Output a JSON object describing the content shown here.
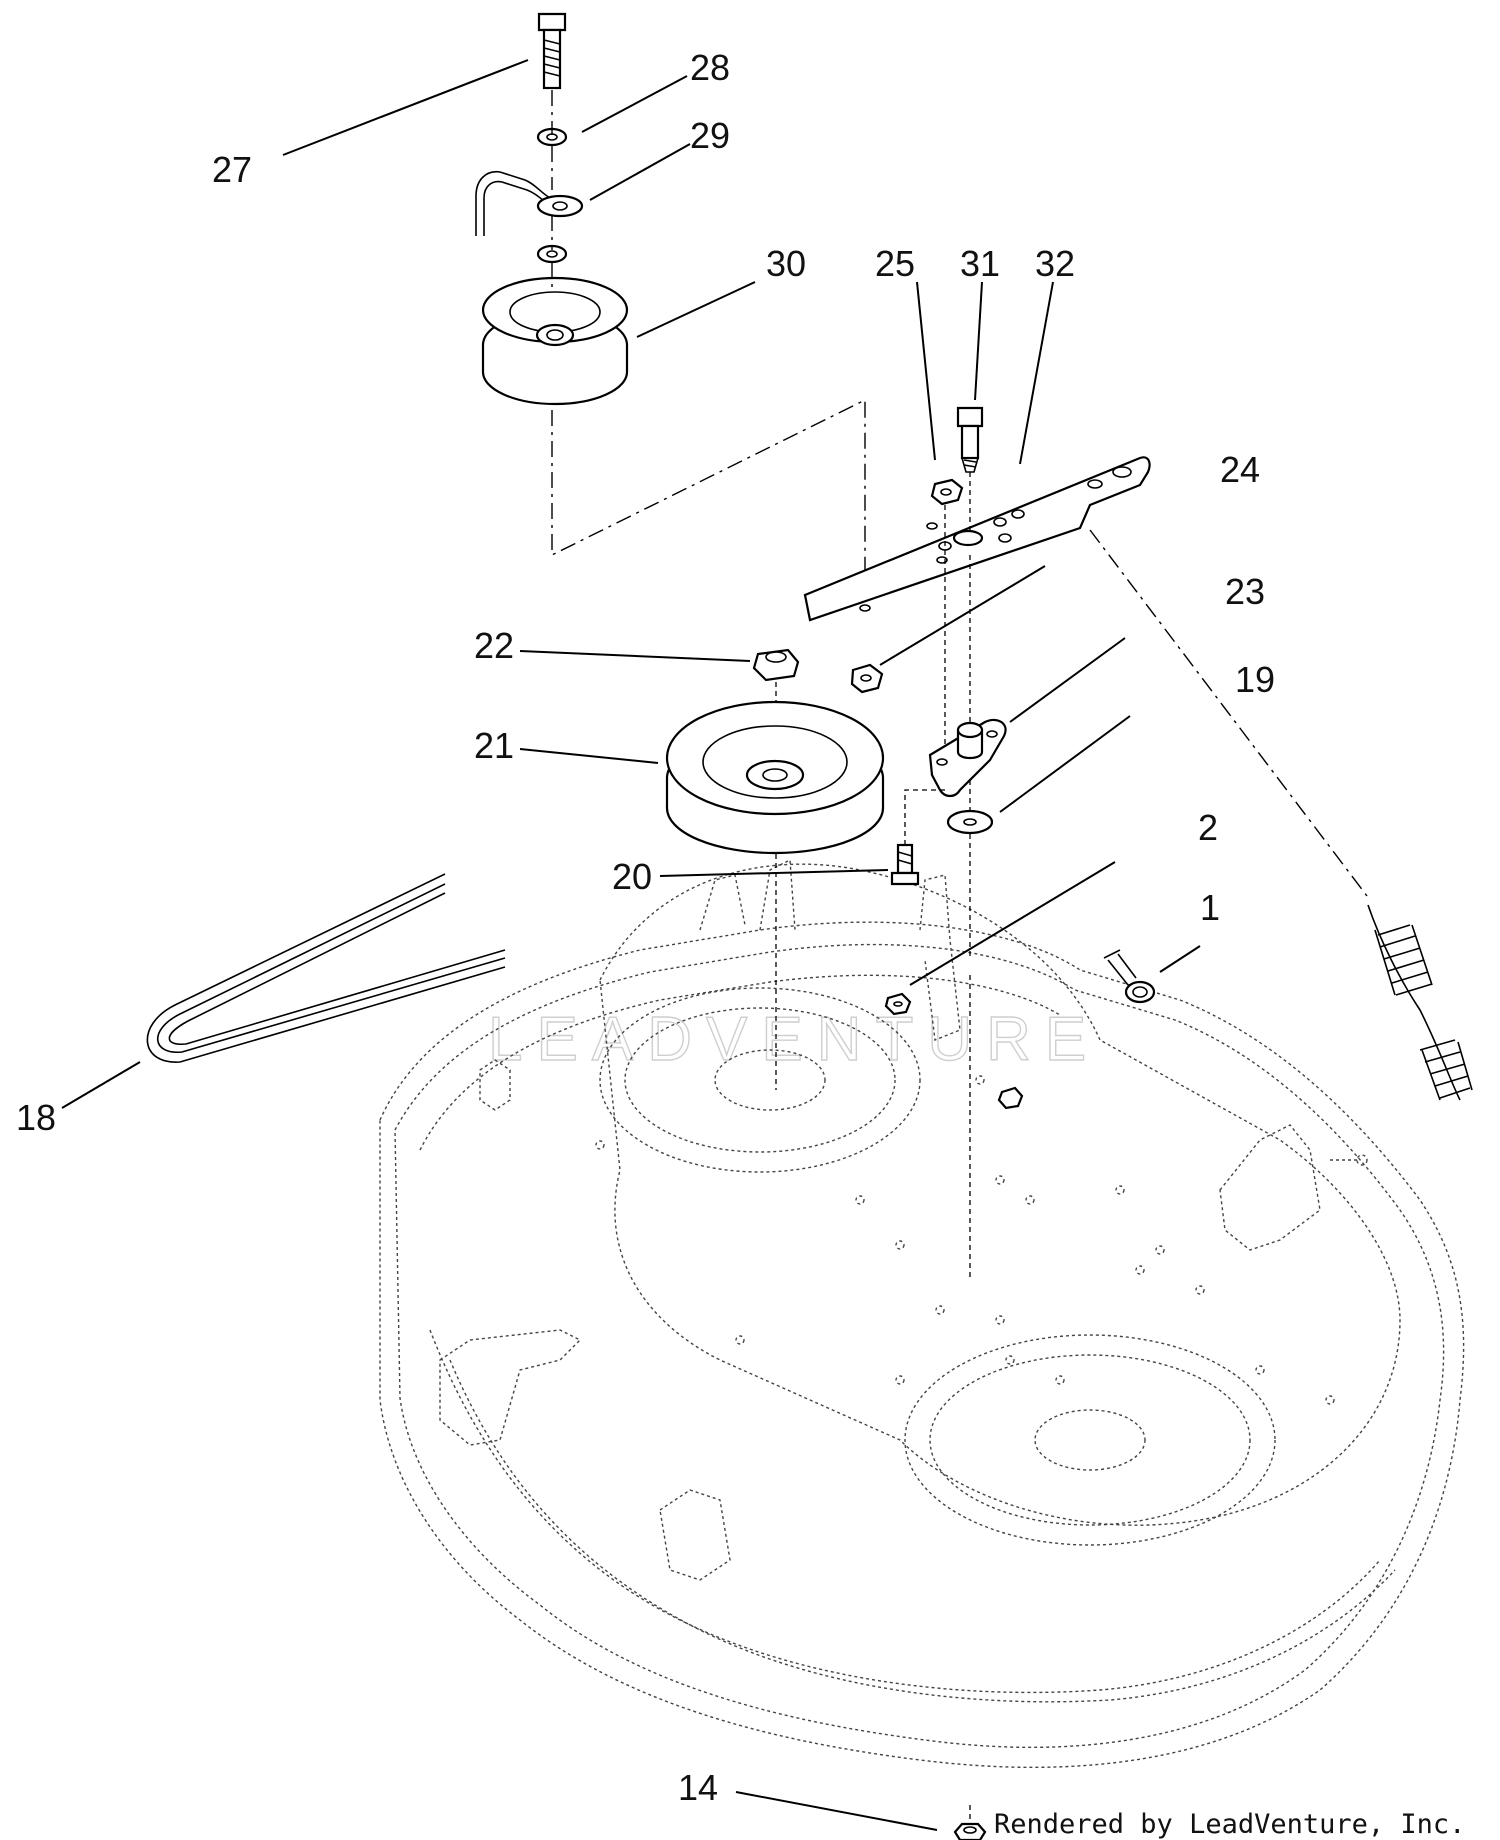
{
  "callouts": {
    "p1": "1",
    "p2": "2",
    "p14": "14",
    "p18": "18",
    "p19": "19",
    "p20": "20",
    "p21": "21",
    "p22": "22",
    "p23": "23",
    "p24": "24",
    "p25": "25",
    "p27": "27",
    "p28": "28",
    "p29": "29",
    "p30": "30",
    "p31": "31",
    "p32": "32"
  },
  "watermark": "LEADVENTURE",
  "credit": "Rendered by LeadVenture, Inc."
}
